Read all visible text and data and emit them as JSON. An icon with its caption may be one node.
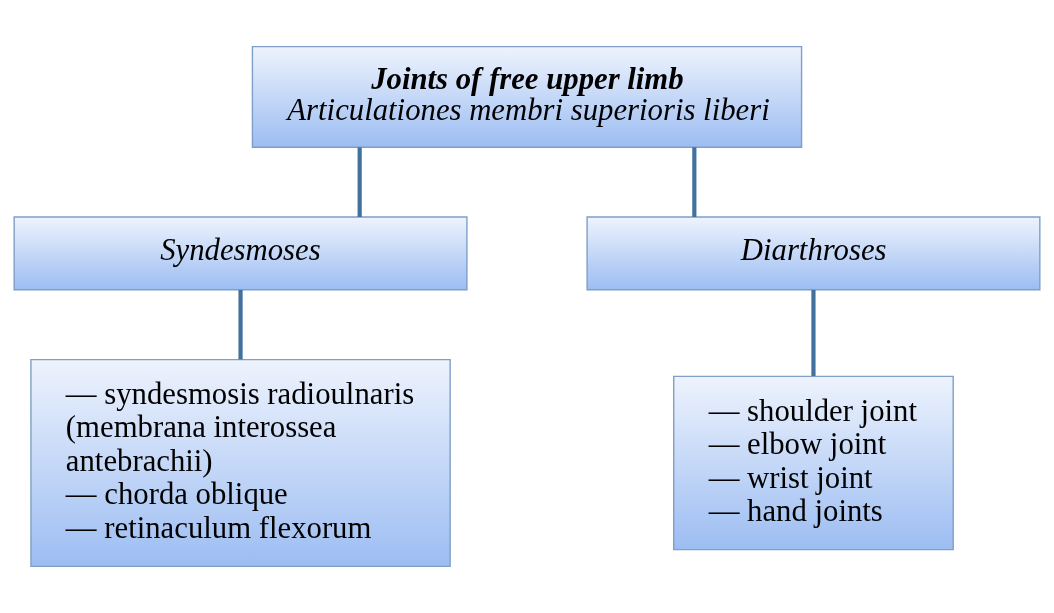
{
  "diagram": {
    "nodes": [
      {
        "text": [
          "Joints of free upper limb",
          "Articulationes membri superioris liberi"
        ]
      },
      {
        "text": [
          "Syndesmoses"
        ]
      },
      {
        "text": [
          "Diarthroses"
        ]
      },
      {
        "text": [
          "— syndesmosis radioulnaris (membrana interossea antebrachii)",
          "— chorda oblique",
          "— retinaculum flexorum"
        ]
      },
      {
        "text": [
          "— shoulder joint",
          "— elbow joint",
          "— wrist joint",
          "— hand joints"
        ]
      }
    ],
    "edges": [
      {
        "from": 0,
        "to": 1,
        "arrow": "none"
      },
      {
        "from": 0,
        "to": 2,
        "arrow": "none"
      },
      {
        "from": 1,
        "to": 3,
        "arrow": "none"
      },
      {
        "from": 2,
        "to": 4,
        "arrow": "none"
      }
    ]
  }
}
